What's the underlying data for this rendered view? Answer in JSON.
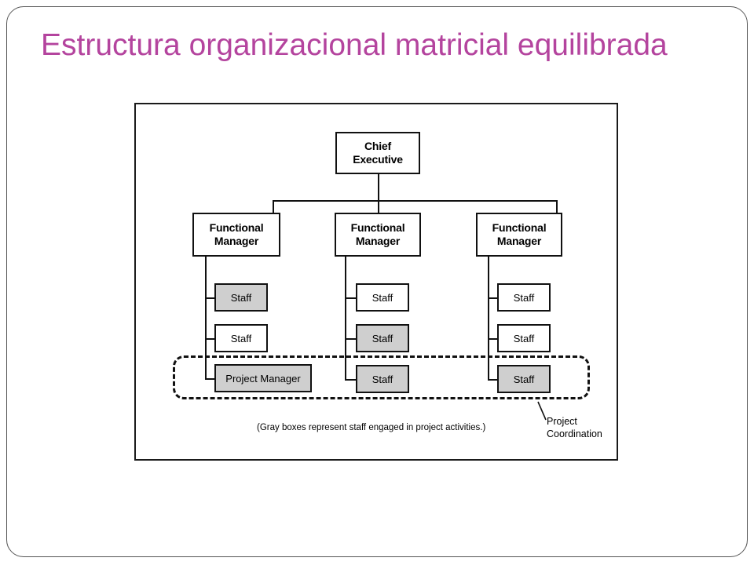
{
  "slide": {
    "title": "Estructura organizacional matricial equilibrada"
  },
  "diagram": {
    "chief": "Chief\nExecutive",
    "managers": [
      "Functional\nManager",
      "Functional\nManager",
      "Functional\nManager"
    ],
    "columns": [
      [
        {
          "label": "Staff",
          "gray": true
        },
        {
          "label": "Staff",
          "gray": false
        },
        {
          "label": "Project Manager",
          "gray": true
        }
      ],
      [
        {
          "label": "Staff",
          "gray": false
        },
        {
          "label": "Staff",
          "gray": true
        },
        {
          "label": "Staff",
          "gray": true
        }
      ],
      [
        {
          "label": "Staff",
          "gray": false
        },
        {
          "label": "Staff",
          "gray": false
        },
        {
          "label": "Staff",
          "gray": true
        }
      ]
    ],
    "project_coordination_label": "Project\nCoordination",
    "note": "(Gray boxes represent staff engaged in project activities.)",
    "colors": {
      "gray_box": "#cfcfcf",
      "title": "#b4449e"
    }
  }
}
